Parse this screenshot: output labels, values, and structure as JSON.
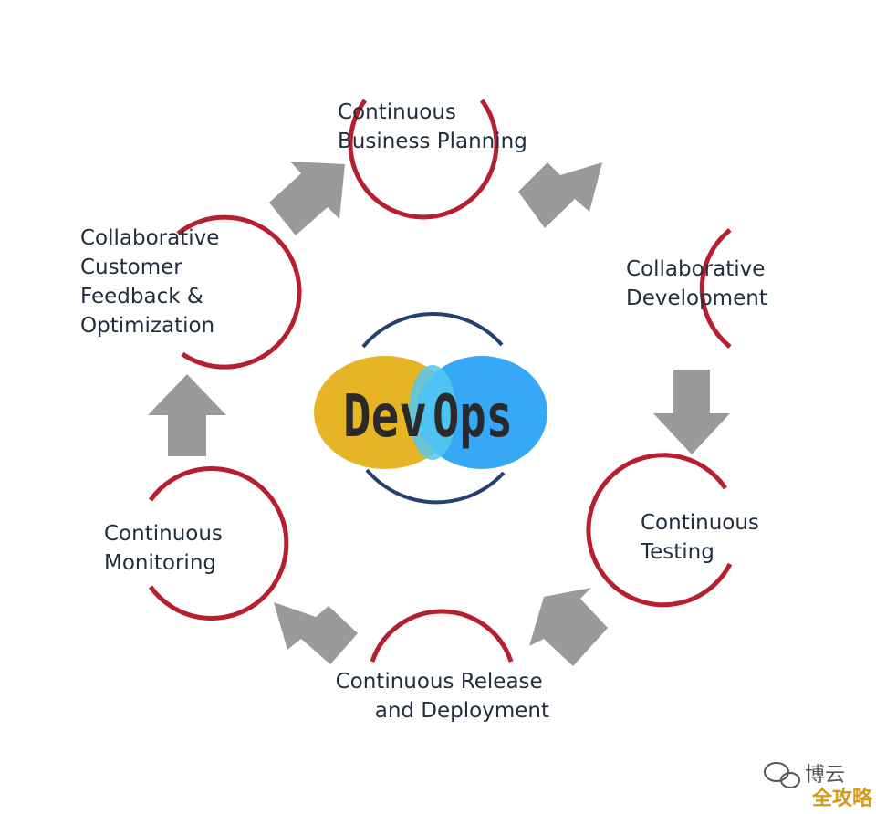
{
  "diagram": {
    "stages": [
      {
        "lines": [
          "Continuous",
          "Business Planning"
        ]
      },
      {
        "lines": [
          "Collaborative",
          "Development"
        ]
      },
      {
        "lines": [
          "Continuous",
          "Testing"
        ]
      },
      {
        "lines": [
          "Continuous Release",
          "and Deployment"
        ]
      },
      {
        "lines": [
          "Continuous",
          "Monitoring"
        ]
      },
      {
        "lines": [
          "Collaborative",
          "Customer",
          "Feedback &",
          "Optimization"
        ]
      }
    ],
    "logo": {
      "left": "Dev",
      "right": "Ops"
    },
    "colors": {
      "ring": "#b51f2e",
      "arrow": "#9a9a9a",
      "logo_yellow": "#e6b526",
      "logo_blue": "#36a8f5",
      "logo_overlap": "#53c8f0",
      "logo_ring": "#243f73"
    }
  },
  "watermark": {
    "main": "博云",
    "sub": "全攻略"
  }
}
